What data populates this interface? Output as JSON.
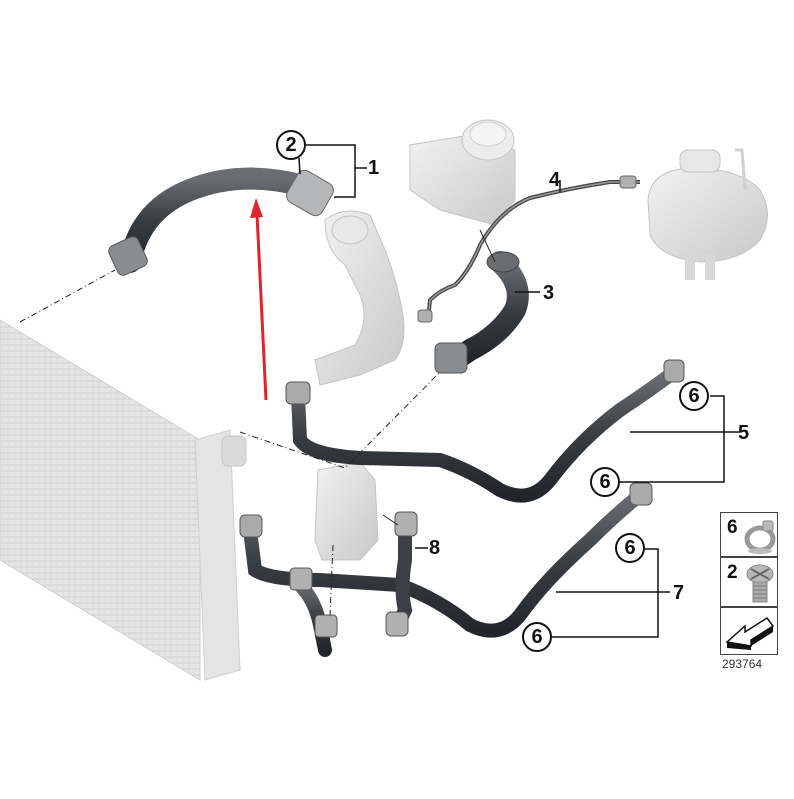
{
  "diagram": {
    "type": "exploded parts diagram",
    "subject": "engine cooling hoses / coolant lines",
    "diagram_id": "293764",
    "colors": {
      "hose": "#3a3d40",
      "part_ghost": "#dcdcdc",
      "line": "#111111",
      "red_arrow": "#e0242a"
    }
  },
  "callouts": [
    {
      "id": "c2a",
      "label": "2"
    },
    {
      "id": "c6a",
      "label": "6"
    },
    {
      "id": "c6b",
      "label": "6"
    },
    {
      "id": "c6c",
      "label": "6"
    },
    {
      "id": "c6d",
      "label": "6"
    }
  ],
  "part_numbers": [
    {
      "id": "p1",
      "label": "1"
    },
    {
      "id": "p3",
      "label": "3"
    },
    {
      "id": "p4",
      "label": "4"
    },
    {
      "id": "p5",
      "label": "5"
    },
    {
      "id": "p7",
      "label": "7"
    },
    {
      "id": "p8",
      "label": "8"
    }
  ],
  "legend": [
    {
      "label": "6",
      "icon": "hose-clamp-icon"
    },
    {
      "label": "2",
      "icon": "bleed-screw-icon"
    },
    {
      "label": "",
      "icon": "arrow-direction-icon"
    }
  ]
}
